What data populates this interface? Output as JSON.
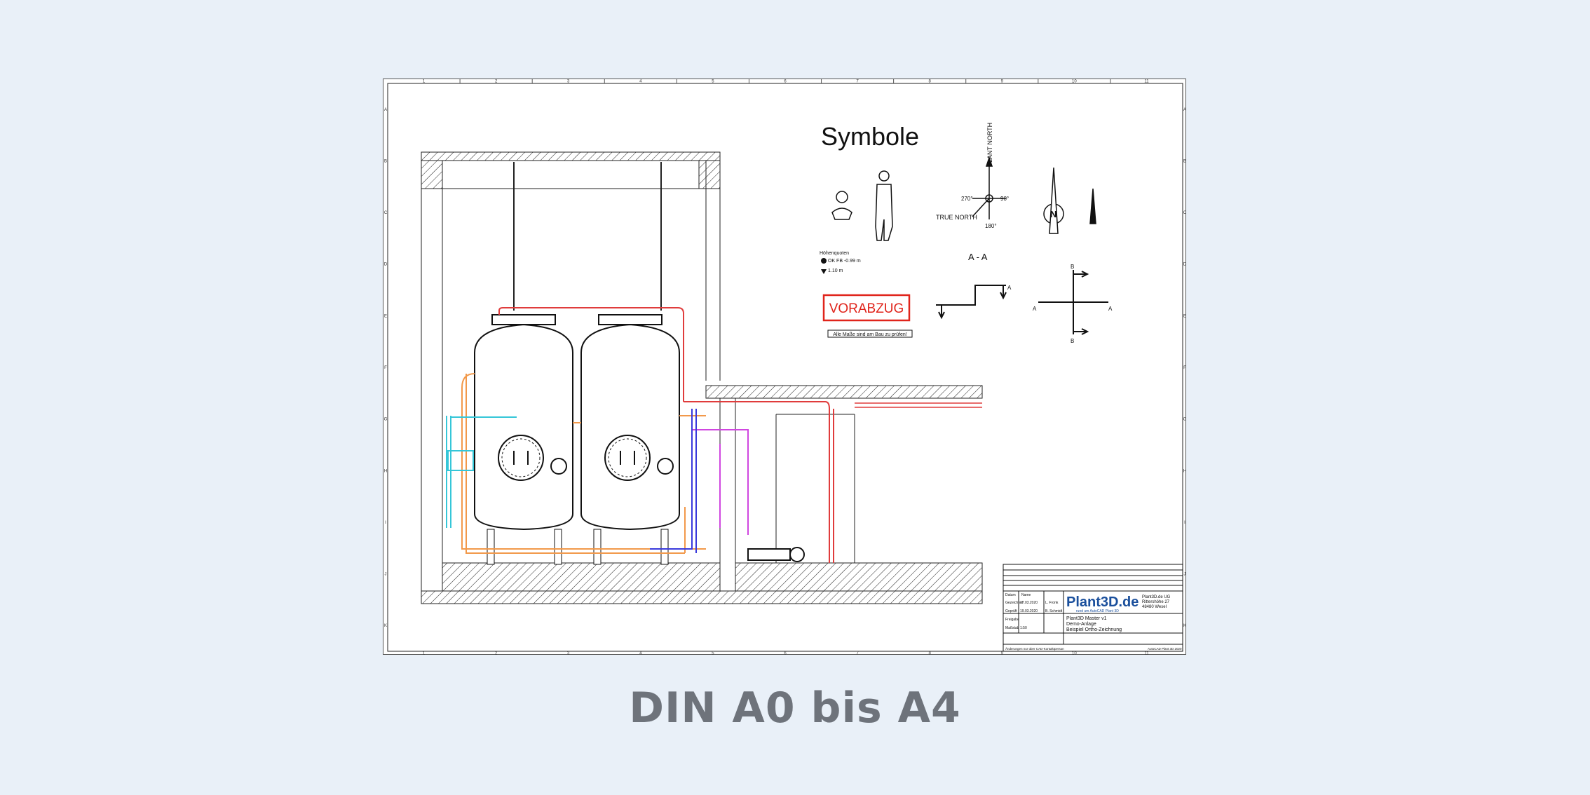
{
  "sheet": {
    "column_labels": [
      "1",
      "2",
      "3",
      "4",
      "5",
      "6",
      "7",
      "8",
      "9",
      "10",
      "11"
    ],
    "row_labels": [
      "A",
      "B",
      "C",
      "D",
      "E",
      "F",
      "G",
      "H",
      "I",
      "J",
      "K"
    ]
  },
  "symbols": {
    "heading": "Symbole",
    "plant_north": "PLANT NORTH",
    "true_north": "TRUE NORTH",
    "angle_270": "270°",
    "angle_90": "90°",
    "angle_180": "180°",
    "compass_n": "N",
    "height_title": "Höhenquoten",
    "height_value_1": "OK FB -0.99 m",
    "height_value_2": "1.10 m",
    "section_title": "A - A",
    "section_a": "A",
    "section_b": "B",
    "stamp": "VORABZUG",
    "note": "Alle Maße sind am Bau zu prüfen!"
  },
  "title_block": {
    "logo": "Plant3D.de",
    "logo_sub": "rund um AutoCAD Plant 3D",
    "company_line_1": "Plant3D.de UG",
    "company_line_2": "Rittershöhe 27",
    "company_line_3": "48480 Wesel",
    "project_1": "Plant3D Master v1",
    "project_2": "Demo-Anlage",
    "project_3": "Beispiel Ortho-Zeichnung",
    "row_labels": [
      "Datum",
      "Name",
      "Gezeichnet",
      "Geprüft",
      "Freigabe",
      "Maßstab"
    ],
    "date_1": "17.03.2020",
    "date_2": "19.03.2020",
    "name_1": "L. Fronk",
    "name_2": "B. Schmidt",
    "scale": "1:50",
    "footer_left": "Änderungen nur über CAD-Kontaktperson",
    "footer_right": "AutoCAD Plant 3D 2020"
  },
  "caption": "DIN A0 bis A4",
  "colors": {
    "background": "#e9f0f8",
    "line": "#1a1a1a",
    "red_pipe": "#e03c3c",
    "orange_pipe": "#f2994a",
    "cyan_pipe": "#35c6d8",
    "magenta_pipe": "#d046e0",
    "blue_pipe": "#3a3adc",
    "stamp_red": "#e0241b",
    "logo_blue": "#1a4f9c",
    "caption": "#6e737b"
  }
}
